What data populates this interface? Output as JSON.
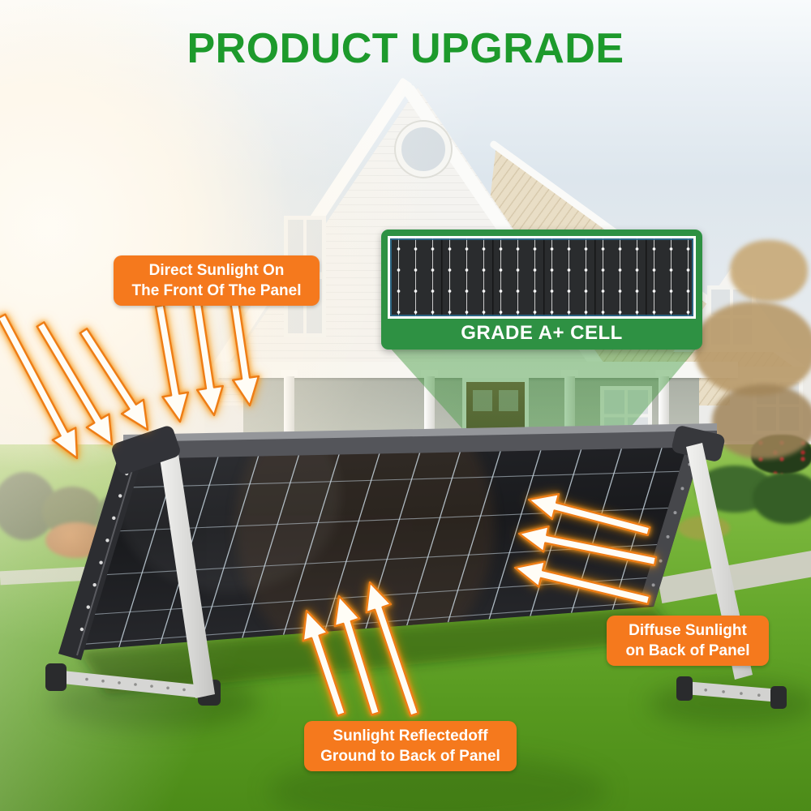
{
  "title": "PRODUCT UPGRADE",
  "inset": {
    "label": "GRADE A+ CELL"
  },
  "callouts": {
    "direct": {
      "line1": "Direct Sunlight On",
      "line2": "The Front Of The Panel"
    },
    "diffuse": {
      "line1": "Diffuse Sunlight",
      "line2": "on Back of Panel"
    },
    "reflected": {
      "line1": "Sunlight Reflectedoff",
      "line2": "Ground to Back of Panel"
    }
  },
  "arrows": {
    "direct_count": 6,
    "direct_direction": "down-right",
    "reflected_count": 3,
    "reflected_direction": "up-left",
    "diffuse_count": 3,
    "diffuse_direction": "left"
  },
  "colors": {
    "title_green": "#1D9A2C",
    "label_orange": "#F5791D",
    "inset_green": "#2E9143",
    "arrow_outline": "#EE7D12",
    "arrow_glow": "#F59320",
    "lawn_green": "#66A82C"
  }
}
